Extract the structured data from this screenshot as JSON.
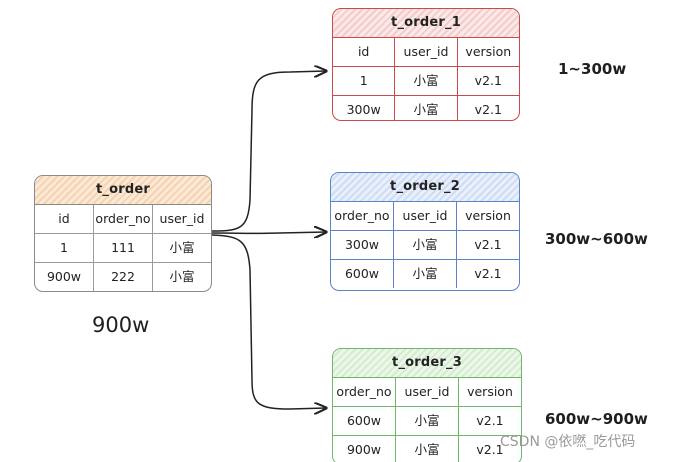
{
  "source_table": {
    "title": "t_order",
    "columns": [
      "id",
      "order_no",
      "user_id"
    ],
    "rows": [
      [
        "1",
        "111",
        "小富"
      ],
      [
        "900w",
        "222",
        "小富"
      ]
    ],
    "total": "900w",
    "color": "#f6d2ae"
  },
  "shards": [
    {
      "title": "t_order_1",
      "columns": [
        "id",
        "user_id",
        "version"
      ],
      "rows": [
        [
          "1",
          "小富",
          "v2.1"
        ],
        [
          "300w",
          "小富",
          "v2.1"
        ]
      ],
      "range": "1~300w",
      "color": "#c94a4a"
    },
    {
      "title": "t_order_2",
      "columns": [
        "order_no",
        "user_id",
        "version"
      ],
      "rows": [
        [
          "300w",
          "小富",
          "v2.1"
        ],
        [
          "600w",
          "小富",
          "v2.1"
        ]
      ],
      "range": "300w~600w",
      "color": "#5b83c7"
    },
    {
      "title": "t_order_3",
      "columns": [
        "order_no",
        "user_id",
        "version"
      ],
      "rows": [
        [
          "600w",
          "小富",
          "v2.1"
        ],
        [
          "900w",
          "小富",
          "v2.1"
        ]
      ],
      "range": "600w~900w",
      "color": "#6fb86a"
    }
  ],
  "watermark": "CSDN @依嘫_吃代码"
}
